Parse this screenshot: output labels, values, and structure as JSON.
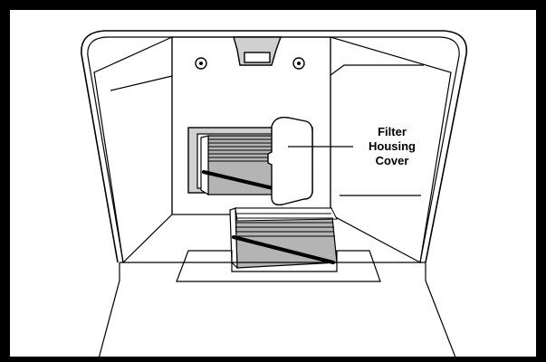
{
  "callout": {
    "line1": "Filter",
    "line2": "Housing",
    "line3": "Cover"
  },
  "colors": {
    "line": "#000000",
    "filter_fill": "#b4b4b4",
    "frame_fill": "#d0d0d0",
    "background": "#ffffff"
  }
}
